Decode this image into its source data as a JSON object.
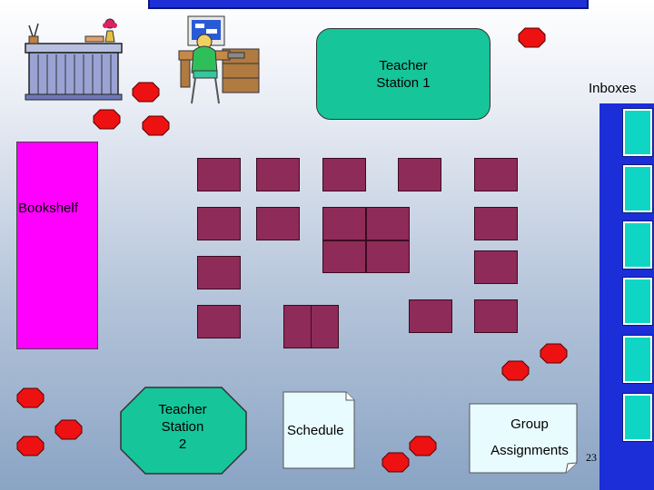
{
  "labels": {
    "teacher_station_1": "Teacher\nStation 1",
    "inboxes": "Inboxes",
    "bookshelf": "Bookshelf",
    "teacher_station_2": "Teacher\nStation\n2",
    "schedule": "Schedule",
    "group_assignments": "Group\nAssignments",
    "page_number": "23"
  },
  "colors": {
    "top_bar": "#1e2fd6",
    "teacher_station": "#17c59a",
    "bookshelf": "#ff00ff",
    "desk": "#8f2b58",
    "inbox_column": "#1b2ed8",
    "inbox_tray": "#0fd6c4",
    "stop_marker": "#ee1111"
  },
  "icons": {
    "front_desk": "reception-desk-clipart",
    "computer_station": "person-at-computer-clipart",
    "stop_marker": "red-octagon"
  }
}
